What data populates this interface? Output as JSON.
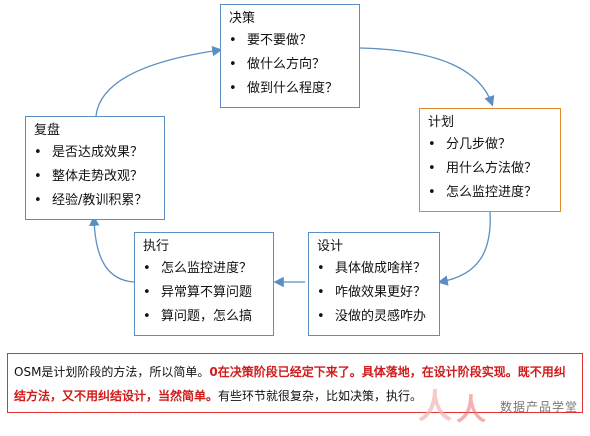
{
  "boxes": {
    "decision": {
      "title": "决策",
      "items": [
        "要不要做？",
        "做什么方向？",
        "做到什么程度？"
      ]
    },
    "plan": {
      "title": "计划",
      "items": [
        "分几步做？",
        "用什么方法做？",
        "怎么监控进度？"
      ]
    },
    "design": {
      "title": "设计",
      "items": [
        "具体做成啥样？",
        "咋做效果更好？",
        "没做的灵感咋办"
      ]
    },
    "execute": {
      "title": "执行",
      "items": [
        "怎么监控进度？",
        "异常算不算问题",
        "算问题，怎么搞"
      ]
    },
    "review": {
      "title": "复盘",
      "items": [
        "是否达成效果？",
        "整体走势改观？",
        "经验/教训积累？"
      ]
    }
  },
  "note": {
    "part1": "OSM是计划阶段的方法，所以简单。",
    "part2": "0在决策阶段已经定下来了。具体落地，在设计阶段实现。既不用纠结方法，又不用纠结设计，当然简单。",
    "part3": "有些环节就很复杂，比如决策，执行。"
  },
  "watermark": {
    "text": "数据产品学堂"
  },
  "colors": {
    "box_border": "#5b8fc4",
    "plan_border": "#e08a2e",
    "arrow": "#5b8fc4",
    "note_border": "#e0322e",
    "highlight": "#d01c1c"
  }
}
